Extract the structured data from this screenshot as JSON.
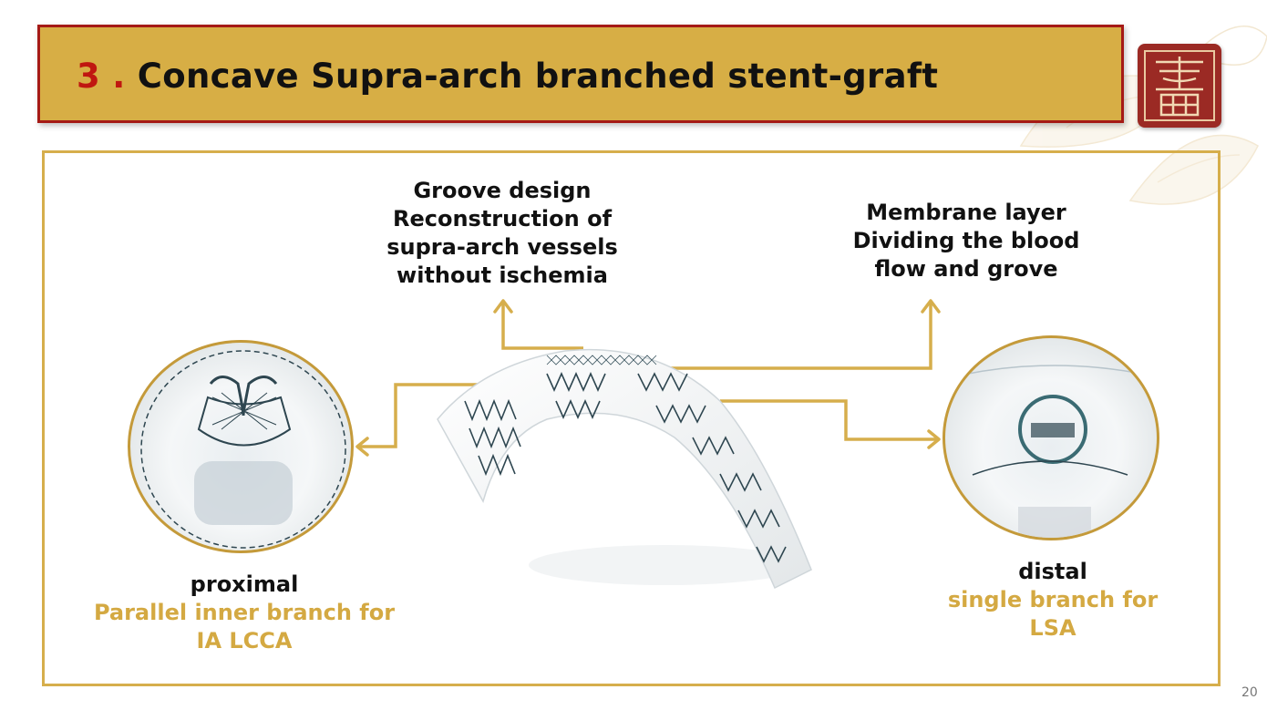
{
  "slide": {
    "title_number": "3 .",
    "title": "Concave Supra-arch branched stent-graft",
    "page_number": "20",
    "logo_glyph": "華\n西"
  },
  "annotations": {
    "groove": [
      "Groove design",
      "Reconstruction of",
      "supra-arch vessels",
      "without ischemia"
    ],
    "membrane": [
      "Membrane layer",
      "Dividing the blood",
      "flow and grove"
    ]
  },
  "proximal": {
    "heading": "proximal",
    "desc_line1": "Parallel inner branch for",
    "desc_line2": "IA LCCA"
  },
  "distal": {
    "heading": "distal",
    "desc_line1": "single branch for",
    "desc_line2": "LSA"
  },
  "colors": {
    "title_bg": "#d7ae45",
    "title_border": "#a51a16",
    "accent_red": "#c01710",
    "gold": "#d4a942",
    "connector": "#d6ae4c",
    "stent_wire": "#2e4650"
  },
  "icons": {
    "logo": "seal-logo-icon",
    "arrows": "arrow-icon"
  }
}
